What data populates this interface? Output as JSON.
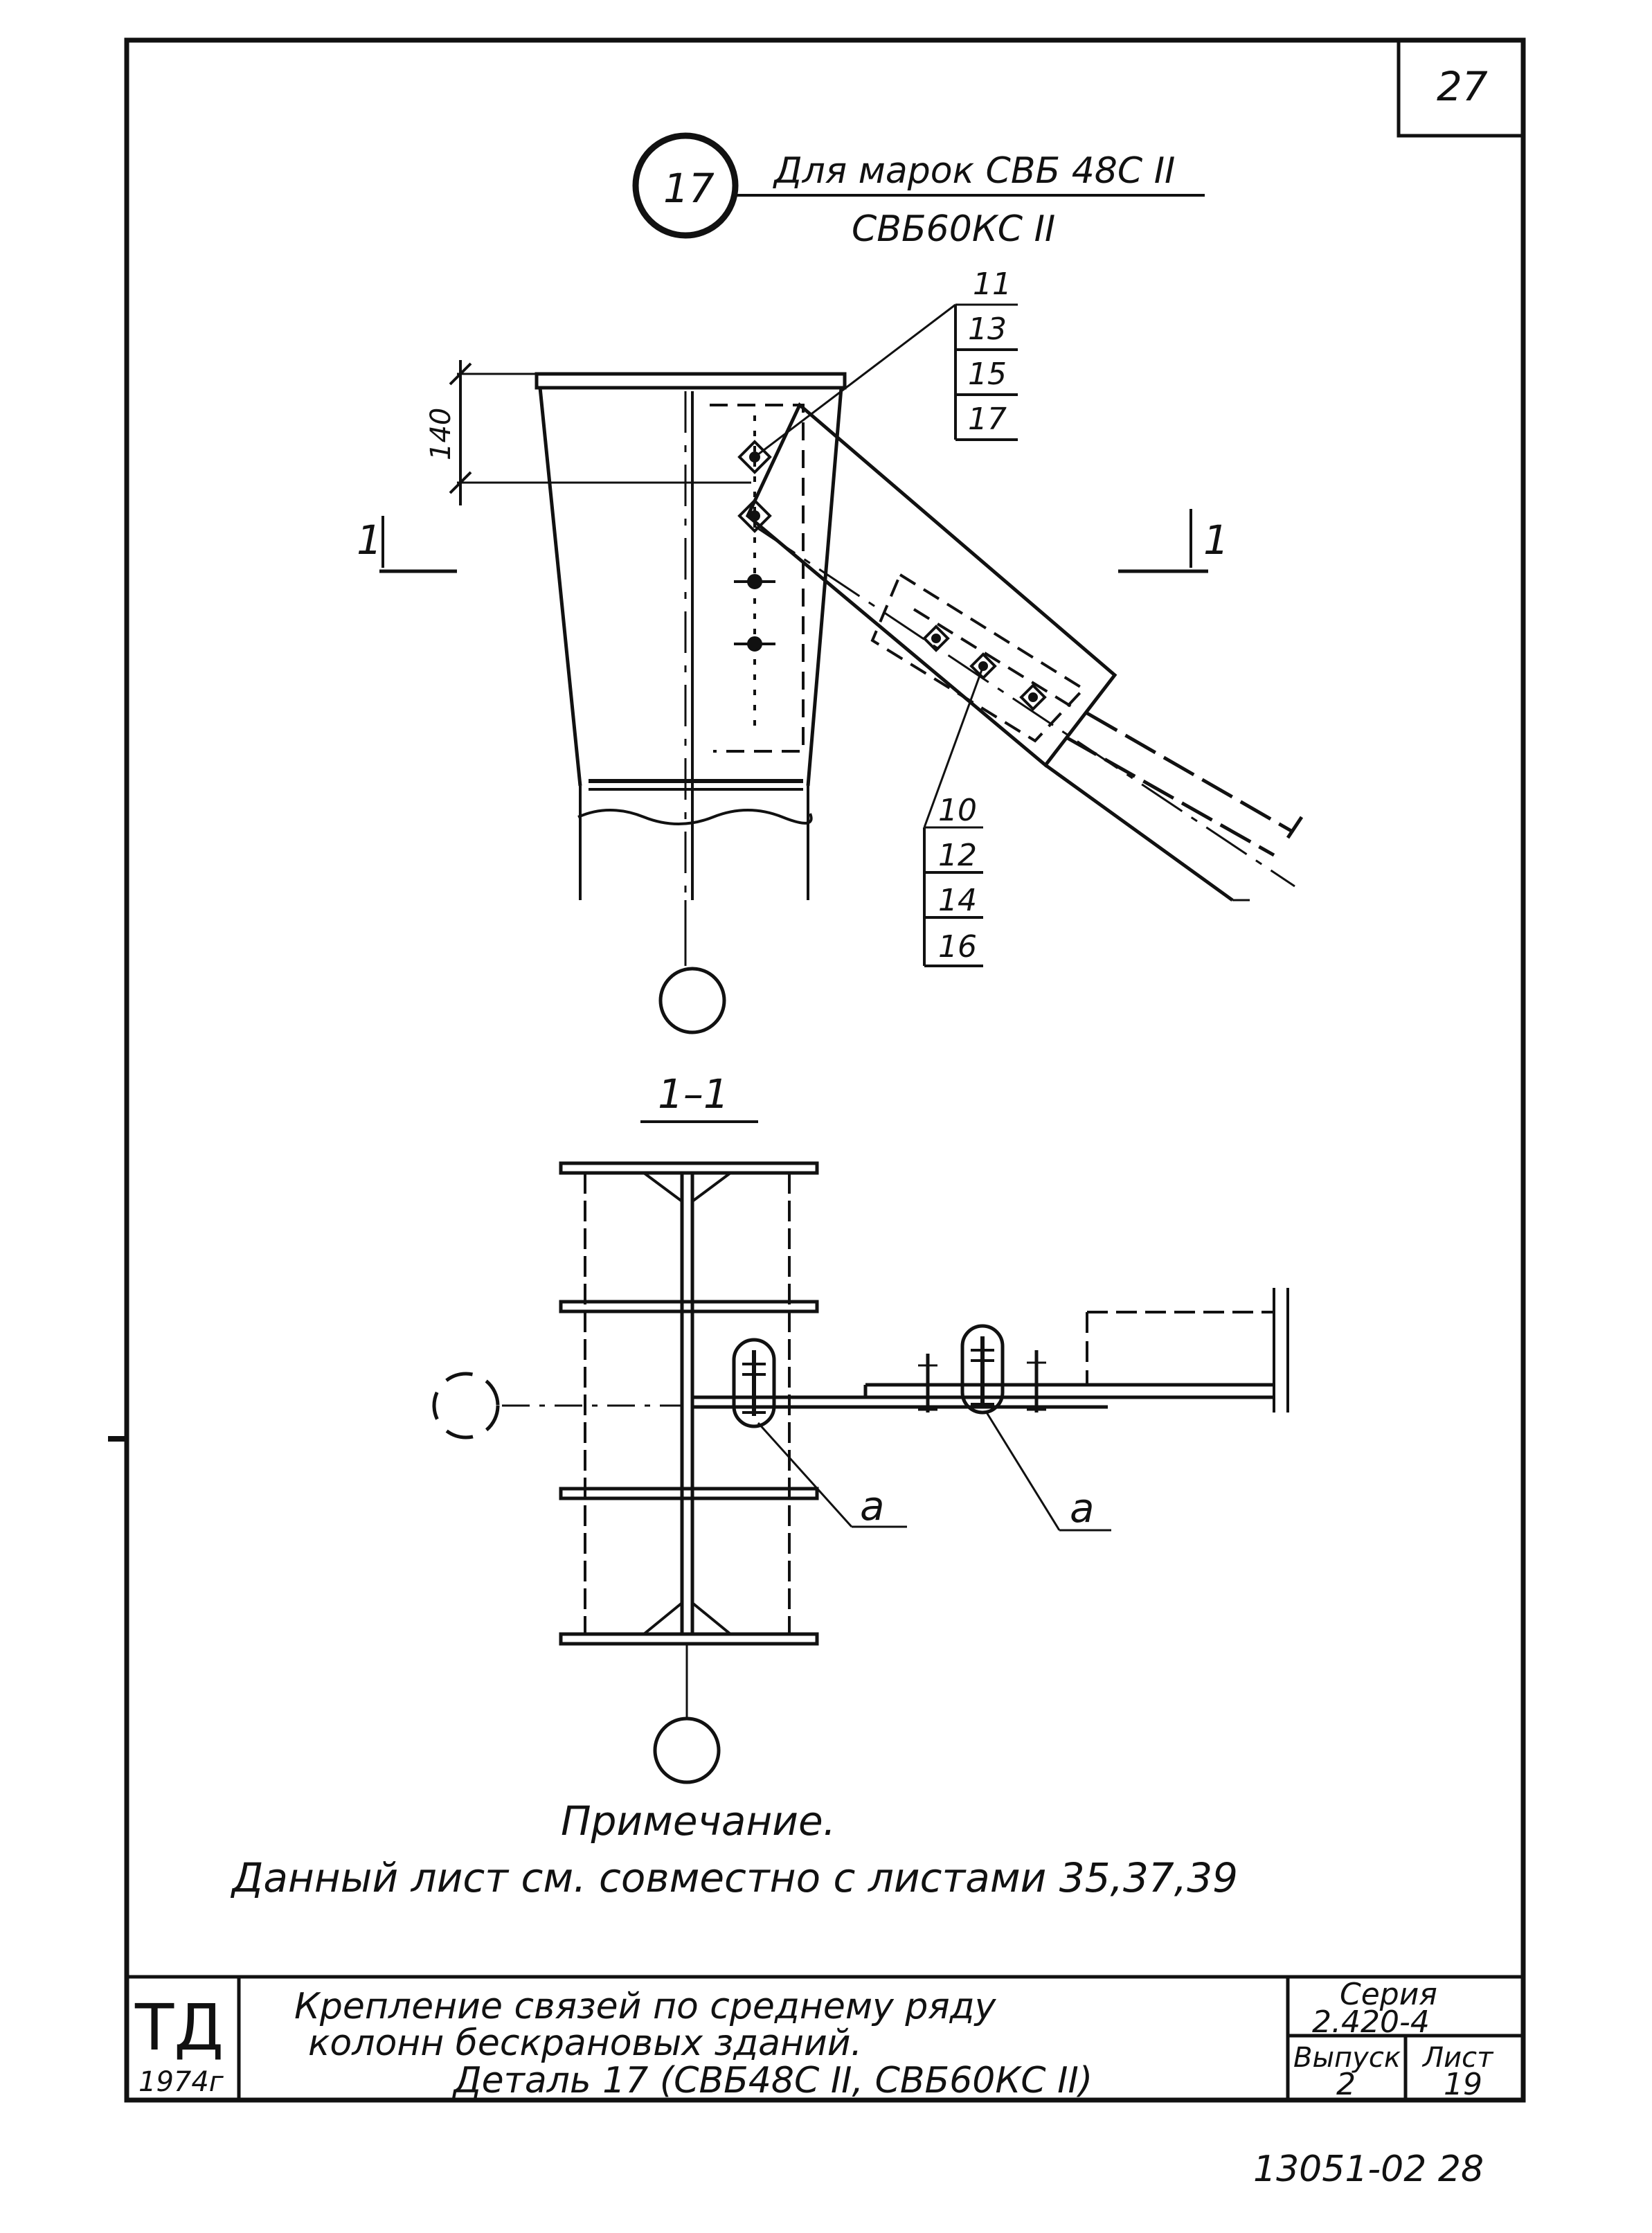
{
  "sheet_corner_number": "27",
  "detail": {
    "number": "17",
    "title_line1": "Для марок СВБ 48С II",
    "title_line2": "СВБ60КС II"
  },
  "elevation": {
    "dimension_label": "140",
    "section_mark": "1",
    "labels_top": [
      "11",
      "13",
      "15",
      "17"
    ],
    "labels_bottom": [
      "10",
      "12",
      "14",
      "16"
    ]
  },
  "section": {
    "title": "1–1",
    "callout_left": "a",
    "callout_right": "a"
  },
  "note": {
    "heading": "Примечание.",
    "text": "Данный лист см. совместно с листами 35,37,39"
  },
  "title_block": {
    "org": "ТД",
    "year": "1974г",
    "title_line1": "Крепление связей по среднему ряду",
    "title_line2": "колонн бескрановых зданий.",
    "title_line3": "Деталь 17 (СВБ48С II, СВБ60КС II)",
    "series_label": "Серия",
    "series_value": "2.420-4",
    "issue_label": "Выпуск",
    "issue_value": "2",
    "sheet_label": "Лист",
    "sheet_value": "19"
  },
  "footer_code": "13051-02  28"
}
